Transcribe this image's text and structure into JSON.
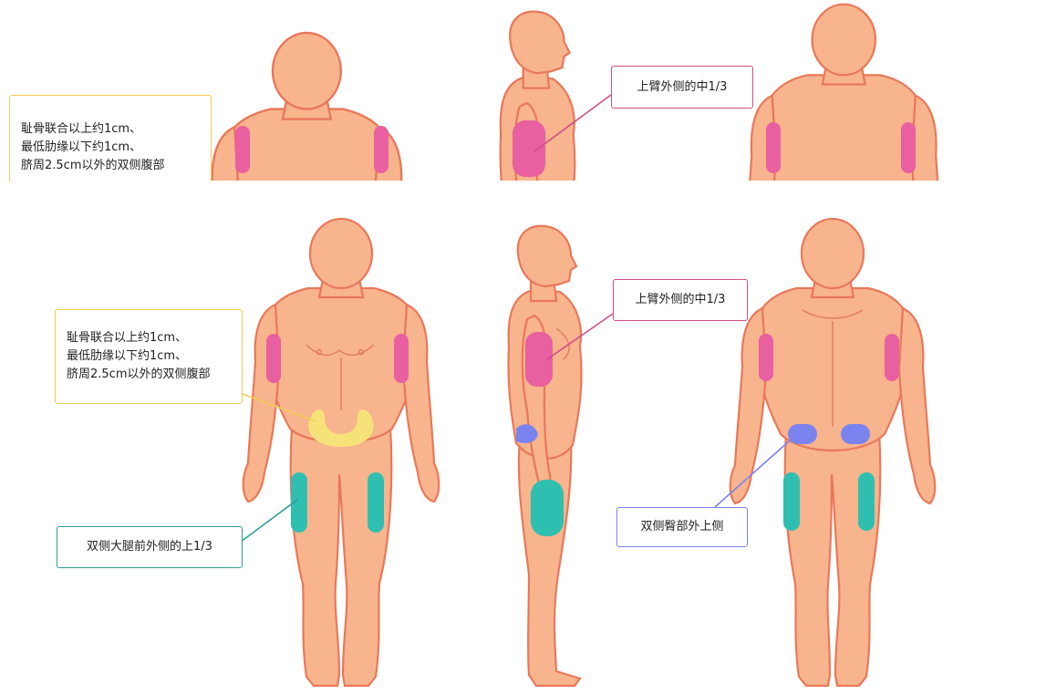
{
  "colors": {
    "skin": "#f8b48d",
    "outline": "#e9785a",
    "detail": "#e07a5f",
    "pink": "#e8609f",
    "yellow": "#f7e27a",
    "teal": "#2fbfb0",
    "blue": "#7b83ee",
    "border_yellow": "#f1cc55",
    "border_pink": "#cf4d88",
    "border_teal": "#2e9f98",
    "border_blue": "#7b83ee"
  },
  "top_strip": {
    "abdomen_label": {
      "lines": [
        "耻骨联合以上约1cm、",
        "最低肋缘以下约1cm、",
        "脐周2.5cm以外的双侧腹部"
      ]
    },
    "upper_arm_label": "上臂外侧的中1/3"
  },
  "main": {
    "abdomen_label": {
      "lines": [
        "耻骨联合以上约1cm、",
        "最低肋缘以下约1cm、",
        "脐周2.5cm以外的双侧腹部"
      ]
    },
    "upper_arm_label": "上臂外侧的中1/3",
    "thigh_label": "双侧大腿前外侧的上1/3",
    "buttock_label": "双侧臀部外上侧"
  },
  "icons": {
    "front_figure": "human-body-front",
    "side_figure": "human-body-side",
    "back_figure": "human-body-back"
  }
}
